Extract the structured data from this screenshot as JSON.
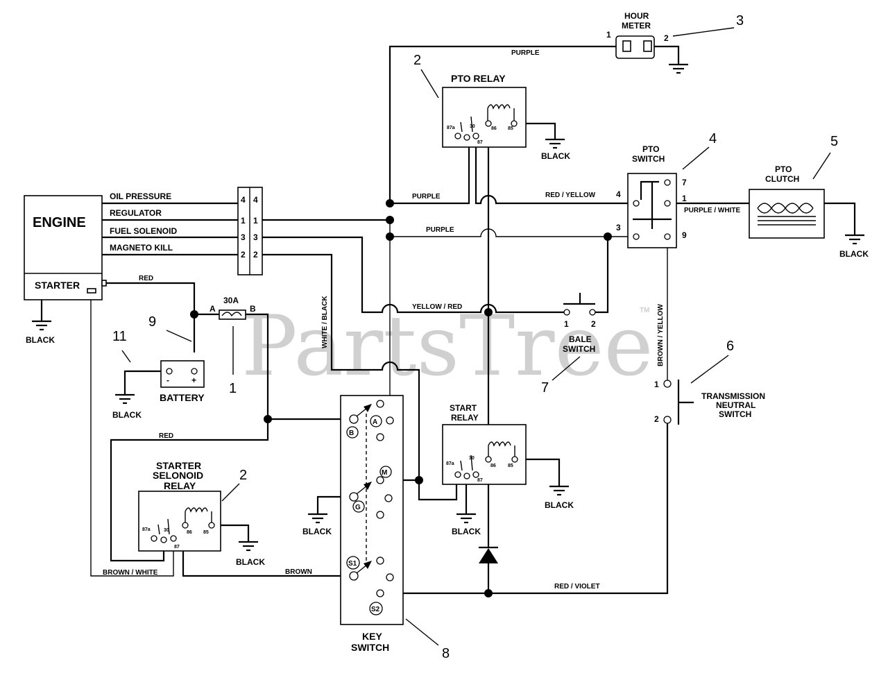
{
  "watermark": "PartsTree",
  "watermark_tm": "TM",
  "components": {
    "engine": "ENGINE",
    "starter": "STARTER",
    "hour_meter": [
      "HOUR",
      "METER"
    ],
    "pto_relay": "PTO RELAY",
    "pto_switch": [
      "PTO",
      "SWITCH"
    ],
    "pto_clutch": [
      "PTO",
      "CLUTCH"
    ],
    "battery": "BATTERY",
    "fuse": "30A",
    "fuse_a": "A",
    "fuse_b": "B",
    "bale_switch": [
      "BALE",
      "SWITCH"
    ],
    "transmission_switch": [
      "TRANSMISSION",
      "NEUTRAL",
      "SWITCH"
    ],
    "start_relay": [
      "START",
      "RELAY"
    ],
    "starter_solenoid_relay": [
      "STARTER",
      "SELONOID",
      "RELAY"
    ],
    "key_switch": [
      "KEY",
      "SWITCH"
    ],
    "key_terminals": [
      "A",
      "B",
      "M",
      "G",
      "S1",
      "S2"
    ],
    "relay_pins": [
      "87a",
      "30",
      "87",
      "86",
      "85"
    ]
  },
  "engine_wires": [
    "OIL PRESSURE",
    "REGULATOR",
    "FUEL SOLENOID",
    "MAGNETO KILL"
  ],
  "connector_pins": [
    "4",
    "1",
    "3",
    "2"
  ],
  "wire_labels": {
    "purple_top": "PURPLE",
    "purple_relay": "PURPLE",
    "purple_mid": "PURPLE",
    "red_yellow": "RED / YELLOW",
    "purple_white": "PURPLE / WHITE",
    "yellow_red": "YELLOW / RED",
    "white_black": "WHITE / BLACK",
    "brown_yellow": "BROWN / YELLOW",
    "red_starter": "RED",
    "red_low": "RED",
    "brown_white": "BROWN / WHITE",
    "brown": "BROWN",
    "red_violet": "RED / VIOLET"
  },
  "ground_label": "BLACK",
  "pin_labels": {
    "hm1": "1",
    "hm2": "2",
    "pto4": "4",
    "pto1": "1",
    "pto3": "3",
    "pto9": "9",
    "pto7": "7",
    "bale1": "1",
    "bale2": "2",
    "tn1": "1",
    "tn2": "2",
    "bat_neg": "-",
    "bat_pos": "+"
  },
  "callouts": [
    "1",
    "2",
    "2",
    "3",
    "4",
    "5",
    "6",
    "7",
    "8",
    "9",
    "11"
  ]
}
